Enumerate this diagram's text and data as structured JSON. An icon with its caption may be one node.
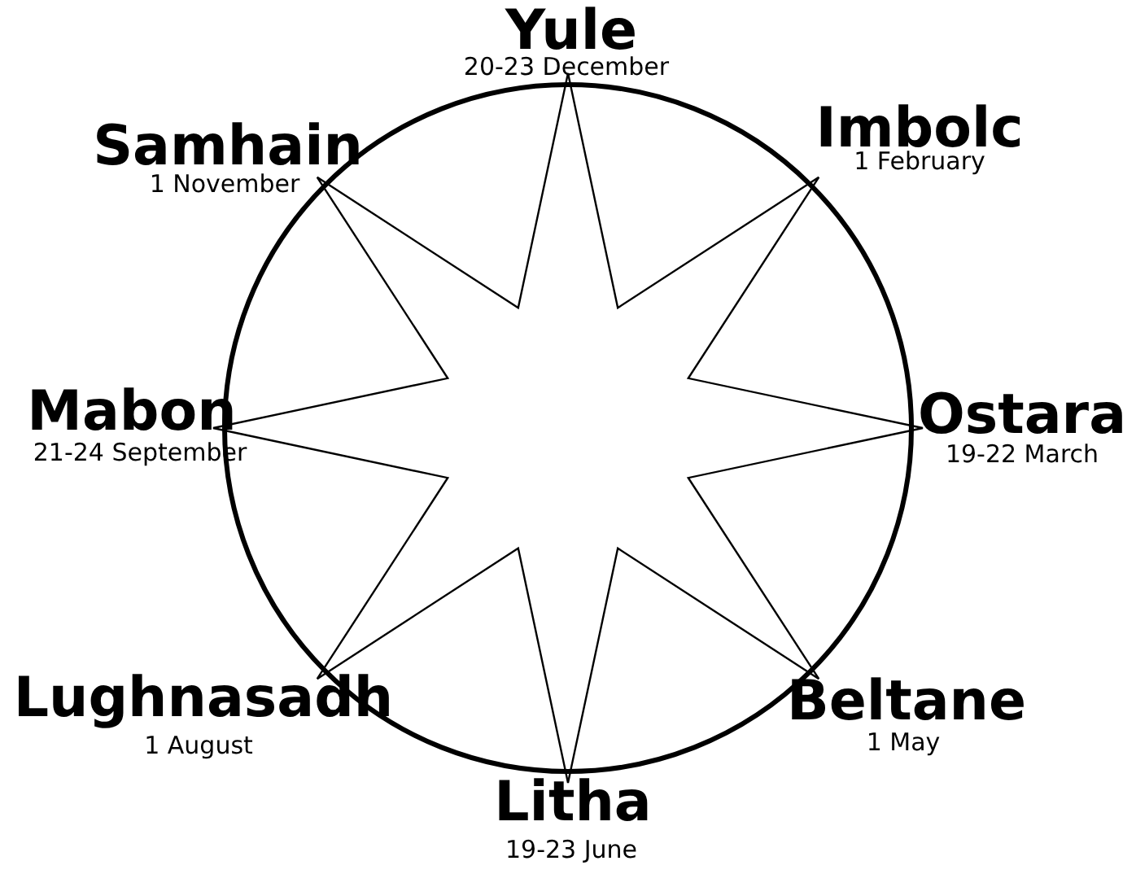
{
  "diagram": {
    "labels": [
      "Yule",
      "20-23 December",
      "Samhain",
      "1 November",
      "Imbolc",
      "1 February",
      "Mabon",
      "21-24 September",
      "Ostara",
      "19-22 March",
      "Lughnasadh",
      "1 August",
      "Beltane",
      "1 May",
      "Litha",
      "19-23 June"
    ]
  }
}
